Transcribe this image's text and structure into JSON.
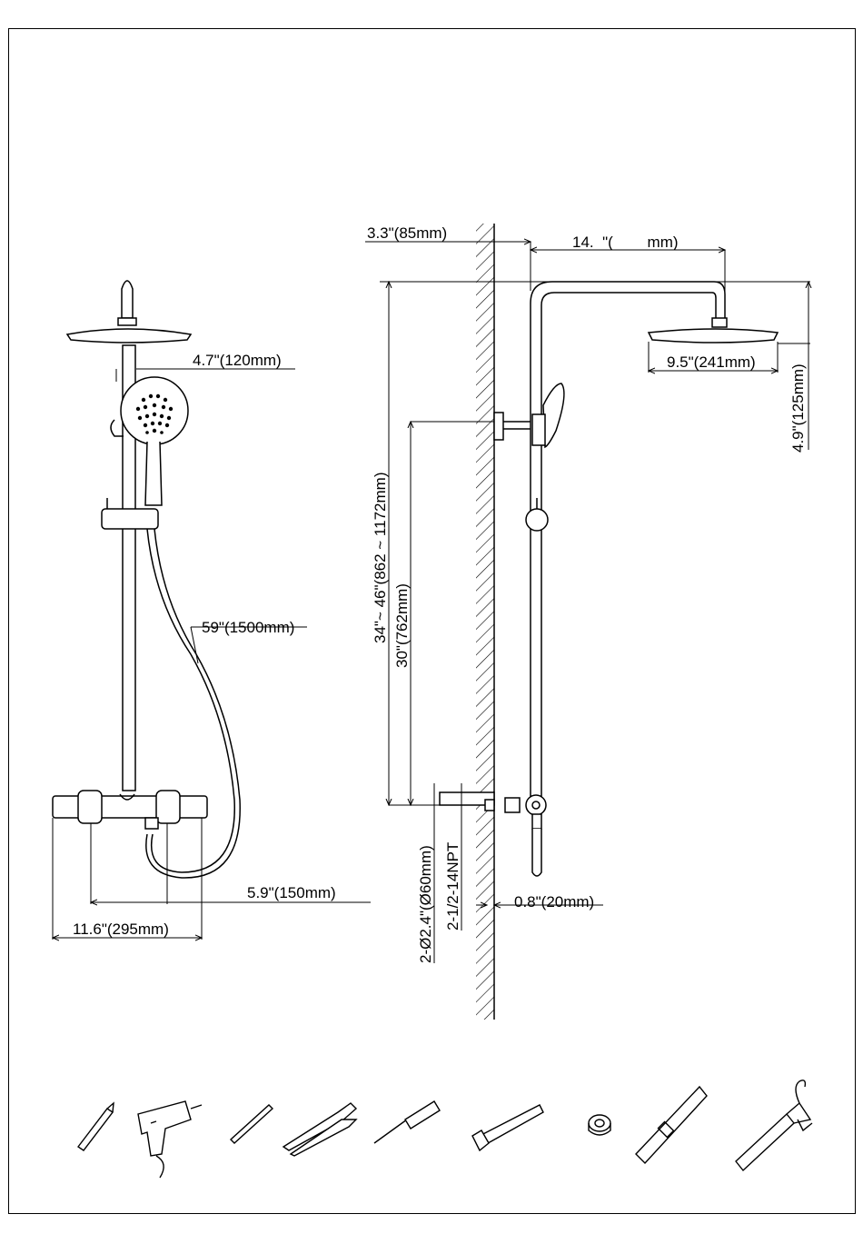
{
  "front_view": {
    "handshower_offset": "4.7\"(120mm)",
    "hose_length": "59\"(1500mm)",
    "inlet_centers": "5.9\"(150mm)",
    "valve_width": "11.6\"(295mm)"
  },
  "side_view": {
    "wall_distance": "3.3\"(85mm)",
    "arm_projection": "14.  \"(        mm)",
    "head_diameter": "9.5\"(241mm)",
    "head_drop": "4.9\"(125mm)",
    "height_range": "34\"~ 46\"(862 ~ 1172mm)",
    "bracket_height": "30\"(762mm)",
    "escutcheon": "2-Ø2.4\"(Ø60mm)",
    "thread": "2-1/2-14NPT",
    "connector_depth": "0.8\"(20mm)"
  },
  "tools": [
    "pencil-icon",
    "drill-icon",
    "drill-bit-icon",
    "pliers-icon",
    "screwdriver-icon",
    "wrench-icon",
    "tape-icon",
    "level-icon",
    "caulk-gun-icon"
  ]
}
